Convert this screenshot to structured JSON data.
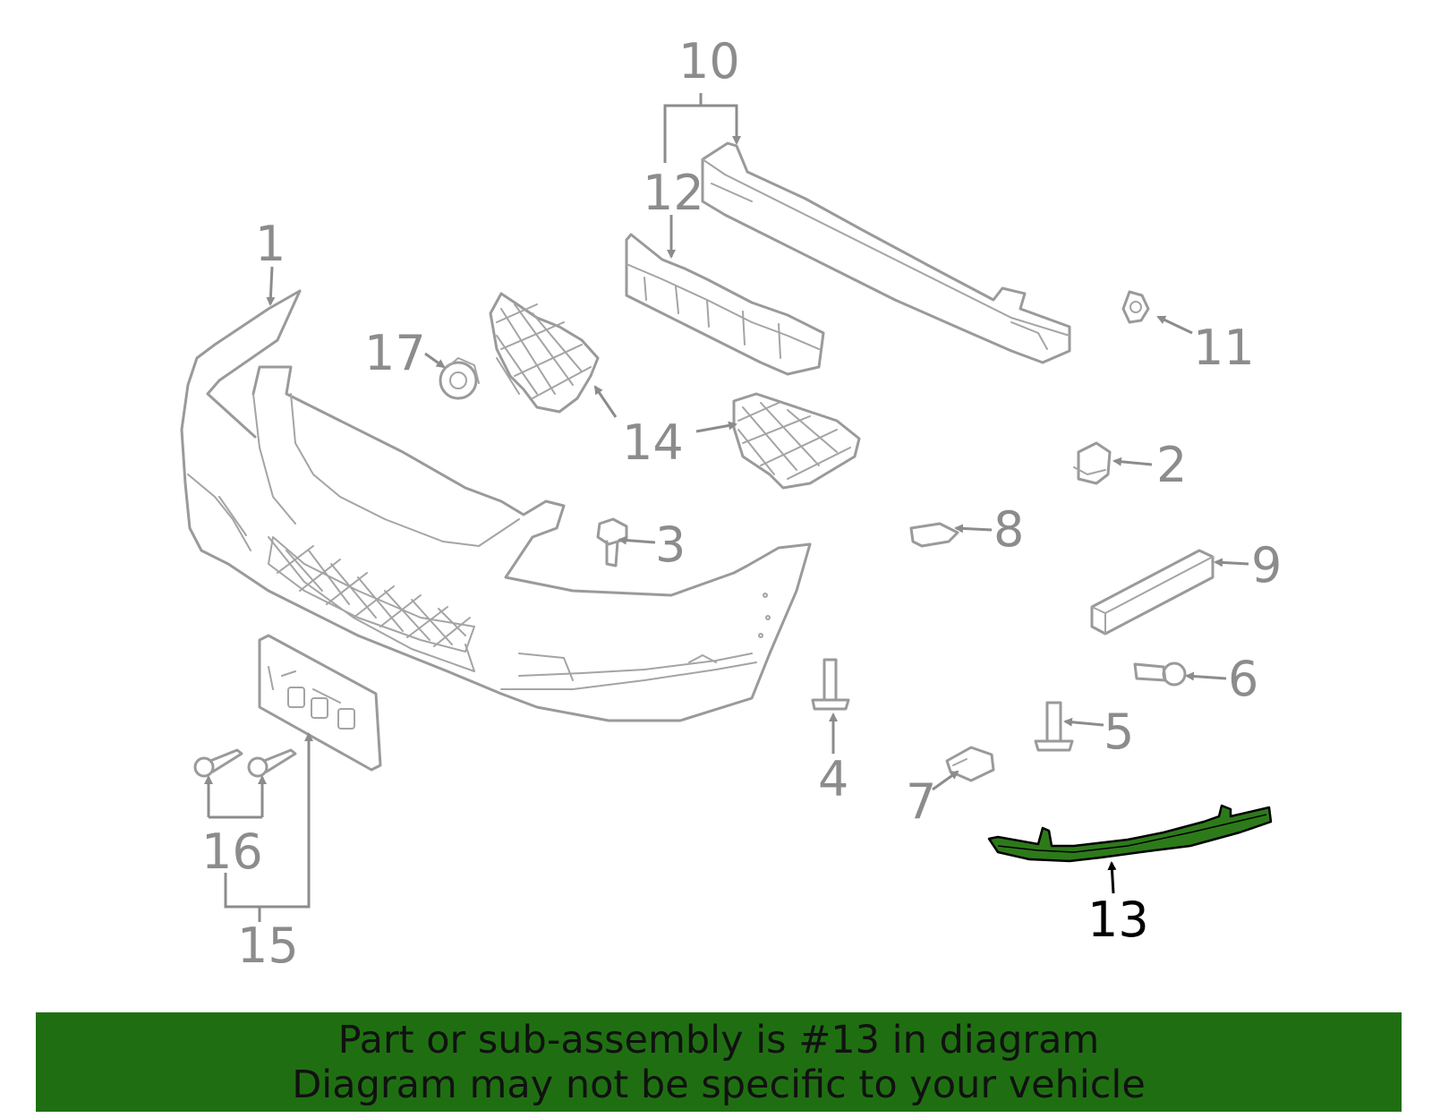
{
  "diagram": {
    "callouts": {
      "c1": "1",
      "c2": "2",
      "c3": "3",
      "c4": "4",
      "c5": "5",
      "c6": "6",
      "c7": "7",
      "c8": "8",
      "c9": "9",
      "c10": "10",
      "c11": "11",
      "c12": "12",
      "c13": "13",
      "c14": "14",
      "c15": "15",
      "c16": "16",
      "c17": "17"
    },
    "highlighted_callout": "13",
    "colors": {
      "part_lines": "#9a9a9a",
      "highlight_fill": "#2d7a1a",
      "banner_bg": "#1f6f12"
    }
  },
  "banner": {
    "line1": "Part or sub-assembly is #13 in diagram",
    "line2": "Diagram may not be specific to your vehicle"
  }
}
